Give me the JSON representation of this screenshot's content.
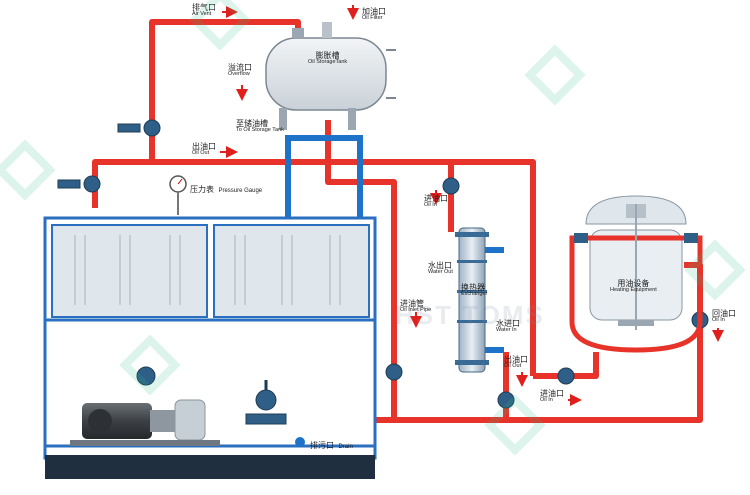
{
  "labels": {
    "air_vent": {
      "cn": "排气口",
      "en": "Air Vent"
    },
    "oil_filter": {
      "cn": "加油口",
      "en": "Oil Filter"
    },
    "expansion_tank": {
      "cn": "膨胀槽",
      "en": "Oil StorageTank"
    },
    "overflow": {
      "cn": "溢流口",
      "en": "Overflow"
    },
    "to_storage": {
      "cn": "至储油槽",
      "en": "To Oil Storage Tank"
    },
    "oil_out_top": {
      "cn": "出油口",
      "en": "Oil Out"
    },
    "pressure_gauge": {
      "cn": "压力表",
      "en": "Pressure Gauge"
    },
    "oil_in_cooler": {
      "cn": "进油口",
      "en": "Oil In"
    },
    "water_out": {
      "cn": "水出口",
      "en": "Water Out"
    },
    "heat_exchanger": {
      "cn": "换热器",
      "en": "Exchanger"
    },
    "water_in": {
      "cn": "水进口",
      "en": "Water In"
    },
    "oil_out_cooler": {
      "cn": "出油口",
      "en": "Oil Out"
    },
    "oil_inlet_pipe": {
      "cn": "进油管",
      "en": "Oil Inlet Pipe"
    },
    "oil_in_bottom": {
      "cn": "进油口",
      "en": "Oil In"
    },
    "drain": {
      "cn": "排污口",
      "en": "Drain"
    },
    "heating_equipment": {
      "cn": "用油设备",
      "en": "Heating Equipment"
    },
    "oil_return": {
      "cn": "回油口",
      "en": "Oil In"
    }
  },
  "watermark_text": "HST TOMS",
  "colors": {
    "oil_pipe": "#e8332a",
    "water_pipe": "#1e73c8",
    "cabinet_frame": "#2a6fc0",
    "panel": "#dfe6ec",
    "arrow": "#e0201c",
    "valve": "#2f5f86"
  }
}
